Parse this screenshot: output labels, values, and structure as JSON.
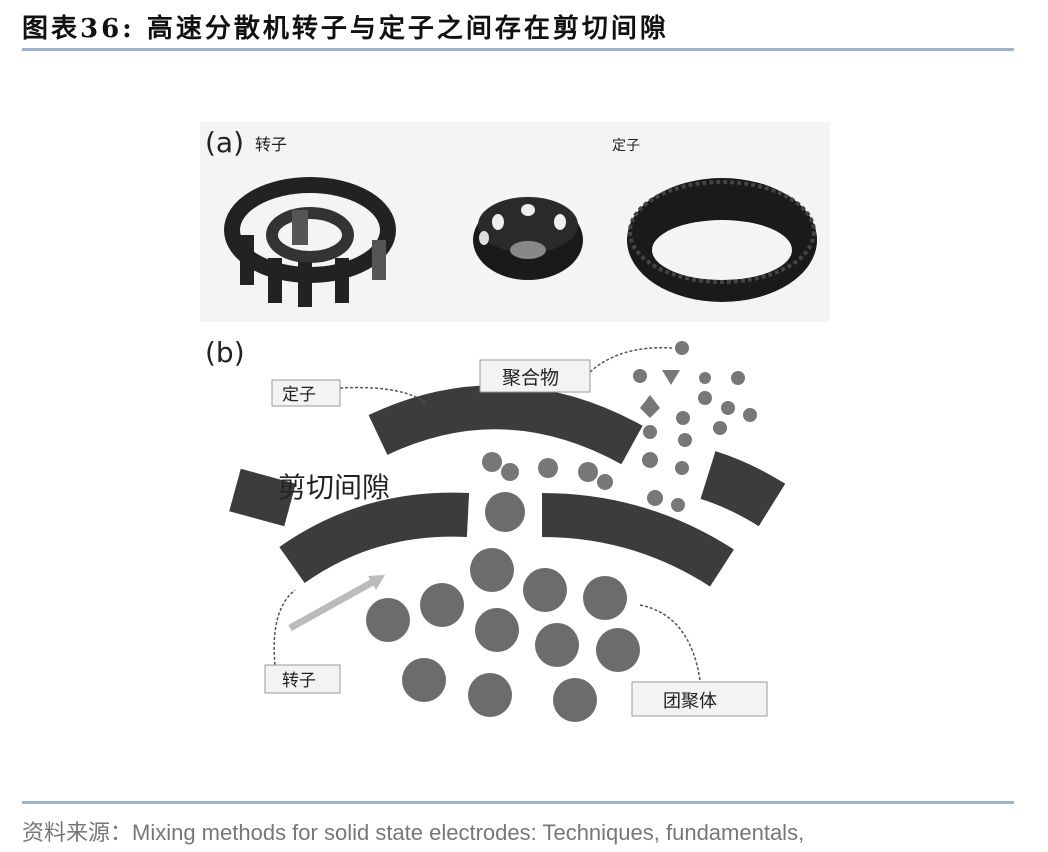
{
  "title": "图表36:  高速分散机转子与定子之间存在剪切间隙",
  "figure": {
    "panel_a": {
      "tag": "(a)",
      "rotor_label": "转子",
      "stator_label": "定子"
    },
    "panel_b": {
      "tag": "(b)",
      "stator_label": "定子",
      "polymer_label": "聚合物",
      "gap_label": "剪切间隙",
      "rotor_label": "转子",
      "agglomerate_label": "团聚体"
    }
  },
  "source": "资料来源：Mixing methods for solid state electrodes: Techniques, fundamentals,"
}
